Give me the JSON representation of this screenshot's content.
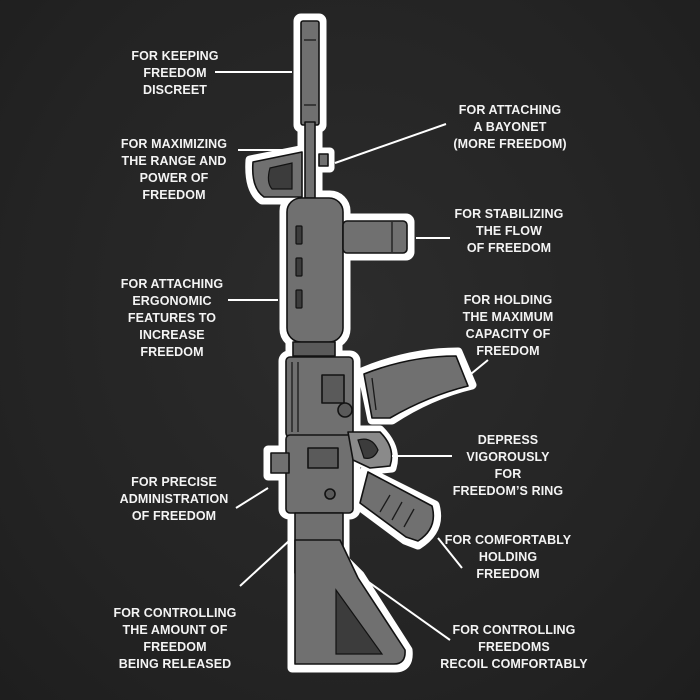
{
  "labels": {
    "flash_hider": "FOR KEEPING\nFREEDOM\nDISCREET",
    "front_sight": "FOR MAXIMIZING\nTHE RANGE AND\nPOWER OF\nFREEDOM",
    "handguard": "FOR ATTACHING\nERGONOMIC\nFEATURES TO\nINCREASE\nFREEDOM",
    "rear_sight": "FOR PRECISE\nADMINISTRATION\nOF FREEDOM",
    "buffer_tube": "FOR CONTROLLING\nTHE AMOUNT OF\nFREEDOM\nBEING RELEASED",
    "bayonet_lug": "FOR ATTACHING\nA BAYONET\n(MORE FREEDOM)",
    "foregrip": "FOR STABILIZING\nTHE FLOW\nOF FREEDOM",
    "magazine": "FOR HOLDING\nTHE MAXIMUM\nCAPACITY OF\nFREEDOM",
    "trigger": "DEPRESS\nVIGOROUSLY\nFOR\nFREEDOM’S RING",
    "pistol_grip": "FOR COMFORTABLY\nHOLDING\nFREEDOM",
    "stock": "FOR CONTROLLING\nFREEDOMS\nRECOIL COMFORTABLY"
  },
  "colors": {
    "background": "#262626",
    "rifle_fill": "#707070",
    "outline_halo": "#ffffff",
    "text": "#f4f4f4"
  }
}
